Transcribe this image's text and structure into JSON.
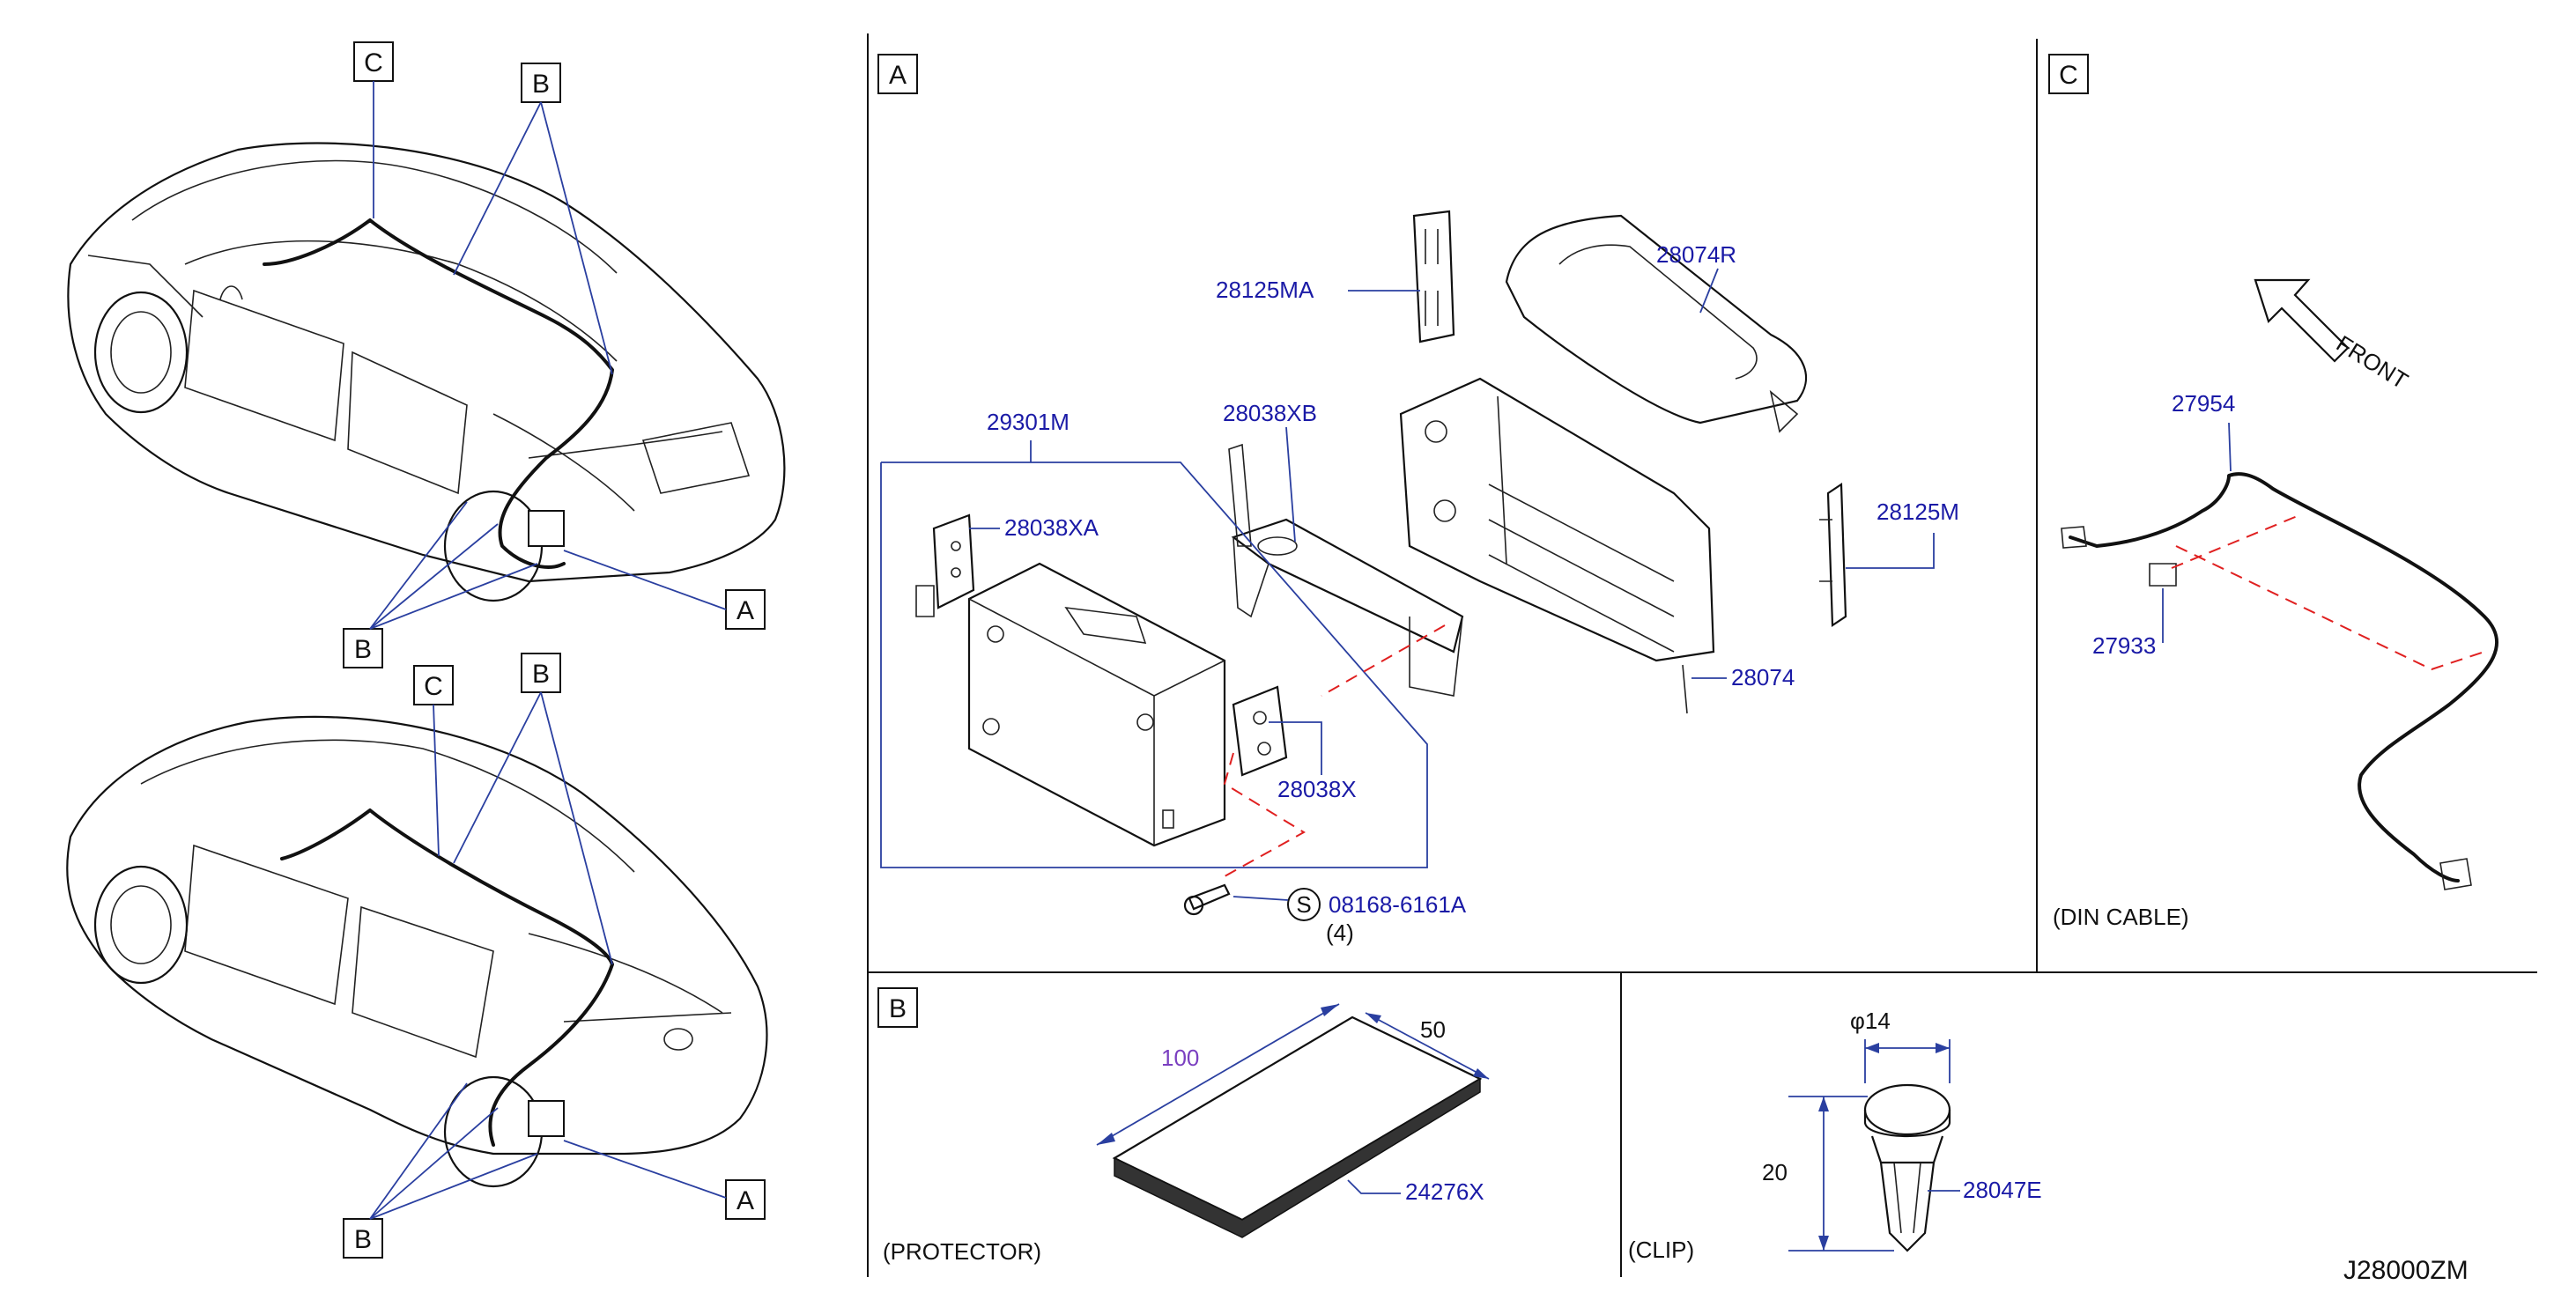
{
  "sections": {
    "A": {
      "letter": "A"
    },
    "B": {
      "letter": "B",
      "caption": "(PROTECTOR)"
    },
    "C": {
      "letter": "C",
      "caption": "(DIN   CABLE)"
    },
    "clip": {
      "caption": "(CLIP)"
    }
  },
  "car_callouts": {
    "top": {
      "c": "C",
      "b_top": "B",
      "a": "A",
      "b_bottom": "B"
    },
    "bottom": {
      "c": "C",
      "b_top": "B",
      "a": "A",
      "b_bottom": "B"
    }
  },
  "parts_A": {
    "p28125MA": "28125MA",
    "p28074R": "28074R",
    "p28038XB": "28038XB",
    "p29301M": "29301M",
    "p28038XA": "28038XA",
    "p28125M": "28125M",
    "p28074": "28074",
    "p28038X": "28038X",
    "screw": "08168-6161A",
    "screw_symbol": "S",
    "screw_qty": "(4)"
  },
  "parts_C": {
    "p27954": "27954",
    "p27933": "27933",
    "front": "FRONT"
  },
  "parts_B": {
    "dim_length": "100",
    "dim_width": "50",
    "part": "24276X"
  },
  "parts_clip": {
    "dim_dia": "φ14",
    "dim_height": "20",
    "part": "28047E"
  },
  "diagram_code": "J28000ZM"
}
